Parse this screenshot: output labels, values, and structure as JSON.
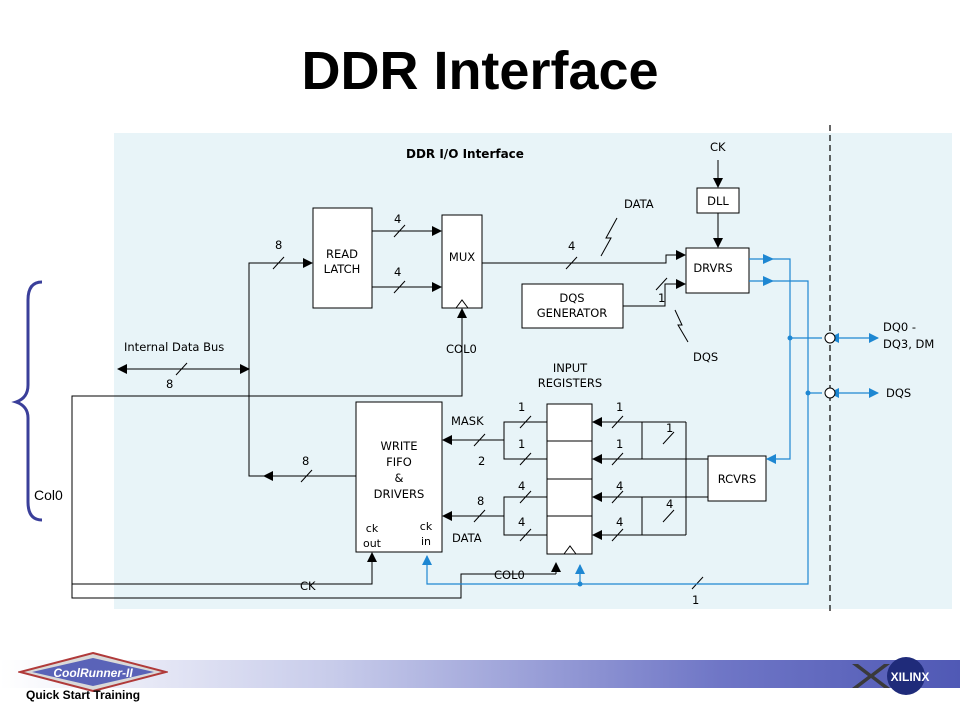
{
  "slide": {
    "title": "DDR Interface",
    "left_label": "Col0"
  },
  "diagram": {
    "title": "DDR I/O Interface",
    "blocks": {
      "read_latch": [
        "READ",
        "LATCH"
      ],
      "mux": "MUX",
      "dll": "DLL",
      "drvrs": "DRVRS",
      "dqs_generator": [
        "DQS",
        "GENERATOR"
      ],
      "rcvrs": "RCVRS",
      "write_fifo": [
        "WRITE",
        "FIFO",
        "&",
        "DRIVERS"
      ],
      "ck_out": [
        "ck",
        "out"
      ],
      "ck_in": [
        "ck",
        "in"
      ],
      "input_registers": [
        "INPUT",
        "REGISTERS"
      ]
    },
    "signals": {
      "ck_top": "CK",
      "data_top": "DATA",
      "col0_mux": "COL0",
      "dqs_mid": "DQS",
      "internal_data_bus": "Internal Data Bus",
      "dq_pins": [
        "DQ0 -",
        "DQ3, DM"
      ],
      "dqs_pin": "DQS",
      "mask": "MASK",
      "data_bottom": "DATA",
      "ck_bottom": "CK",
      "col0_bottom": "COL0"
    },
    "bus_widths": {
      "read_in": "8",
      "latch_mux_top": "4",
      "latch_mux_bottom": "4",
      "mux_drvrs": "4",
      "dqs_drvrs": "1",
      "internal_bus": "8",
      "fifo_in": "8",
      "mask_out": "2",
      "data_out": "8",
      "reg_top_left": "1",
      "reg_top_right": "1",
      "reg_2_left": "1",
      "reg_2_right": "1",
      "reg_3_left": "4",
      "reg_3_right": "4",
      "reg_4_left": "4",
      "reg_4_right": "4",
      "rcvrs_top": "1",
      "rcvrs_bottom": "4",
      "feedback": "1"
    }
  },
  "footer": {
    "brand": "CoolRunner-II",
    "tagline": "Quick Start Training",
    "company": "XILINX"
  },
  "colors": {
    "panel": "#e8f4f8",
    "wire_blue": "#1e87d2",
    "footer_accent": "#5059b5"
  }
}
